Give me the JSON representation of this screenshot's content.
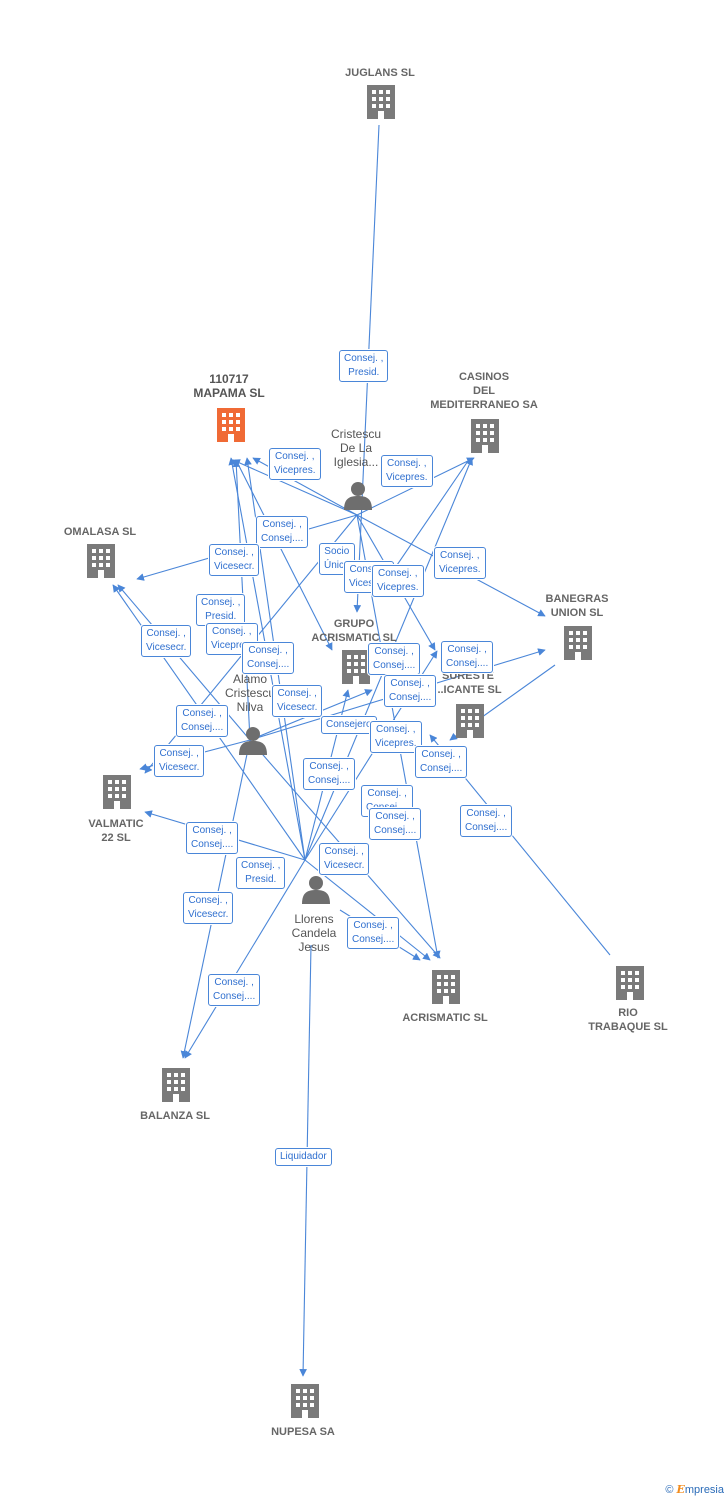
{
  "nodes": {
    "juglans": "JUGLANS SL",
    "mapama": "110717\nMAPAMA  SL",
    "casinos": "CASINOS\nDEL\nMEDITERRANEO SA",
    "cristescu": "Cristescu\nDe La\nIglesia...",
    "omalasa": "OMALASA SL",
    "banegras": "BANEGRAS\nUNION SL",
    "grupo": "GRUPO\nACRISMATIC SL",
    "alamo": "Alamo\nCristescu\nNilva",
    "sureste": "...RES\nSURESTE\n...ICANTE SL",
    "valmatic": "VALMATIC\n22  SL",
    "llorens": "Llorens\nCandela\nJesus",
    "acrismatic": "ACRISMATIC SL",
    "rio": "RIO\nTRABAQUE SL",
    "balanza": "BALANZA SL",
    "nupesa": "NUPESA SA"
  },
  "edge_labels": {
    "e1": "Consej. ,\nPresid.",
    "e2": "Consej. ,\nVicepres.",
    "e3": "Consej. ,\nVicepres.",
    "e4": "Consej. ,\nConsej....",
    "e5": "Consej. ,\nVicesecr.",
    "e6": "Socio\nÚnico",
    "e7": "Consej. ,\nVicesecr.",
    "e8": "Consej. ,\nVicepres.",
    "e9": "Consej. ,\nVicepres.",
    "e10": "Consej. ,\nPresid.",
    "e11": "Consej. ,\nVicesecr.",
    "e12": "Consej. ,\nVicepres.",
    "e13": "Consej. ,\nConsej....",
    "e14": "Consej. ,\nConsej....",
    "e15": "Consej. ,\nConsej....",
    "e16": "Consej. ,\nConsej....",
    "e17": "Consej. ,\nVicesecr.",
    "e18": "Consej. ,\nConsej....",
    "e19": "Consejero",
    "e20": "Consej. ,\nVicesecr.",
    "e21": "Consej. ,\nVicepres.",
    "e22": "Consej. ,\nConsej....",
    "e23": "Consej. ,\nConsej....",
    "e24": "Consej. ,\nConsej....",
    "e25": "Consej. ,\nConsej....",
    "e26": "Consej. ,\nConsej....",
    "e27": "Consej. ,\nConsej....",
    "e28": "Consej. ,\nPresid.",
    "e29": "Consej. ,\nVicesecr.",
    "e30": "Consej. ,\nVicesecr.",
    "e31": "Consej. ,\nConsej....",
    "e32": "Consej. ,\nConsej....",
    "e33": "Liquidador"
  },
  "footer": {
    "copyright": "©",
    "brand_initial": "E",
    "brand_rest": "mpresia"
  },
  "colors": {
    "edge": "#4a86d8",
    "building": "#7a7a7a",
    "building_highlight": "#f06a35",
    "person": "#6e6e6e"
  }
}
